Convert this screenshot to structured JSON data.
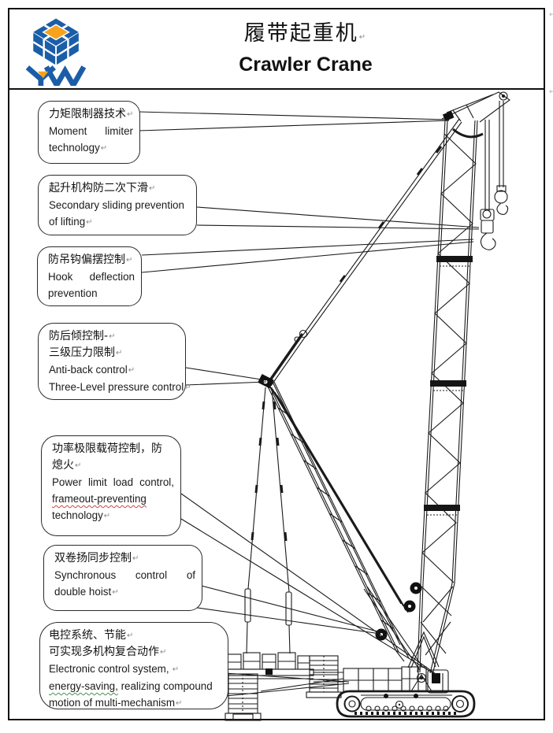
{
  "page": {
    "kind": "product feature diagram",
    "line_color": "#1a1a1a",
    "border_color": "#111111",
    "stray_mark_1": "↵",
    "stray_mark_2": "↵"
  },
  "header": {
    "title_cn": "履带起重机",
    "title_cn_mark": "↵",
    "title_en": "Crawler Crane",
    "logo": {
      "name": "YW cube logo",
      "blue": "#1b5ea8",
      "orange": "#f6a21d"
    }
  },
  "callouts": [
    {
      "name": "moment-limiter",
      "cn1": "力矩限制器技术",
      "cn1_mark": "↵",
      "en1": "Moment limiter",
      "en2": "technology",
      "en2_mark": "↵"
    },
    {
      "name": "secondary-sliding-prevention",
      "cn1": "起升机构防二次下滑",
      "cn1_mark": "↵",
      "en1": "Secondary sliding prevention",
      "en2": "of lifting",
      "en2_mark": "↵"
    },
    {
      "name": "hook-deflection-prevention",
      "cn1": "防吊钩偏摆控制",
      "cn1_mark": "↵",
      "en1": "Hook deflection",
      "en2": "prevention"
    },
    {
      "name": "anti-back-control",
      "cn1": "防后倾控制-",
      "cn1_mark": "↵",
      "cn2": "三级压力限制",
      "cn2_mark": "↵",
      "en1": "Anti-back control",
      "en1_mark": "↵",
      "en2": "Three-Level pressure control",
      "en2_mark": "↵"
    },
    {
      "name": "power-limit-load-control",
      "cn1": "功率极限载荷控制，防",
      "cn2": "熄火",
      "cn2_mark": "↵",
      "en1": "Power limit load control,",
      "en2": "frameout-preventing",
      "en3": "technology",
      "en3_mark": "↵"
    },
    {
      "name": "double-hoist-sync",
      "cn1": "双卷扬同步控制",
      "cn1_mark": "↵",
      "en1": "Synchronous control of",
      "en2": "double hoist",
      "en2_mark": "↵"
    },
    {
      "name": "electronic-control-system",
      "cn1": "电控系统、节能",
      "cn1_mark": "↵",
      "cn2": "可实现多机构复合动作",
      "cn2_mark": "↵",
      "en1": "Electronic control system,",
      "en1_mark": " ↵",
      "en2a": "energy-saving,",
      "en2b": " realizing compound",
      "en3": "motion of multi-mechanism",
      "en3_mark": "↵"
    }
  ]
}
